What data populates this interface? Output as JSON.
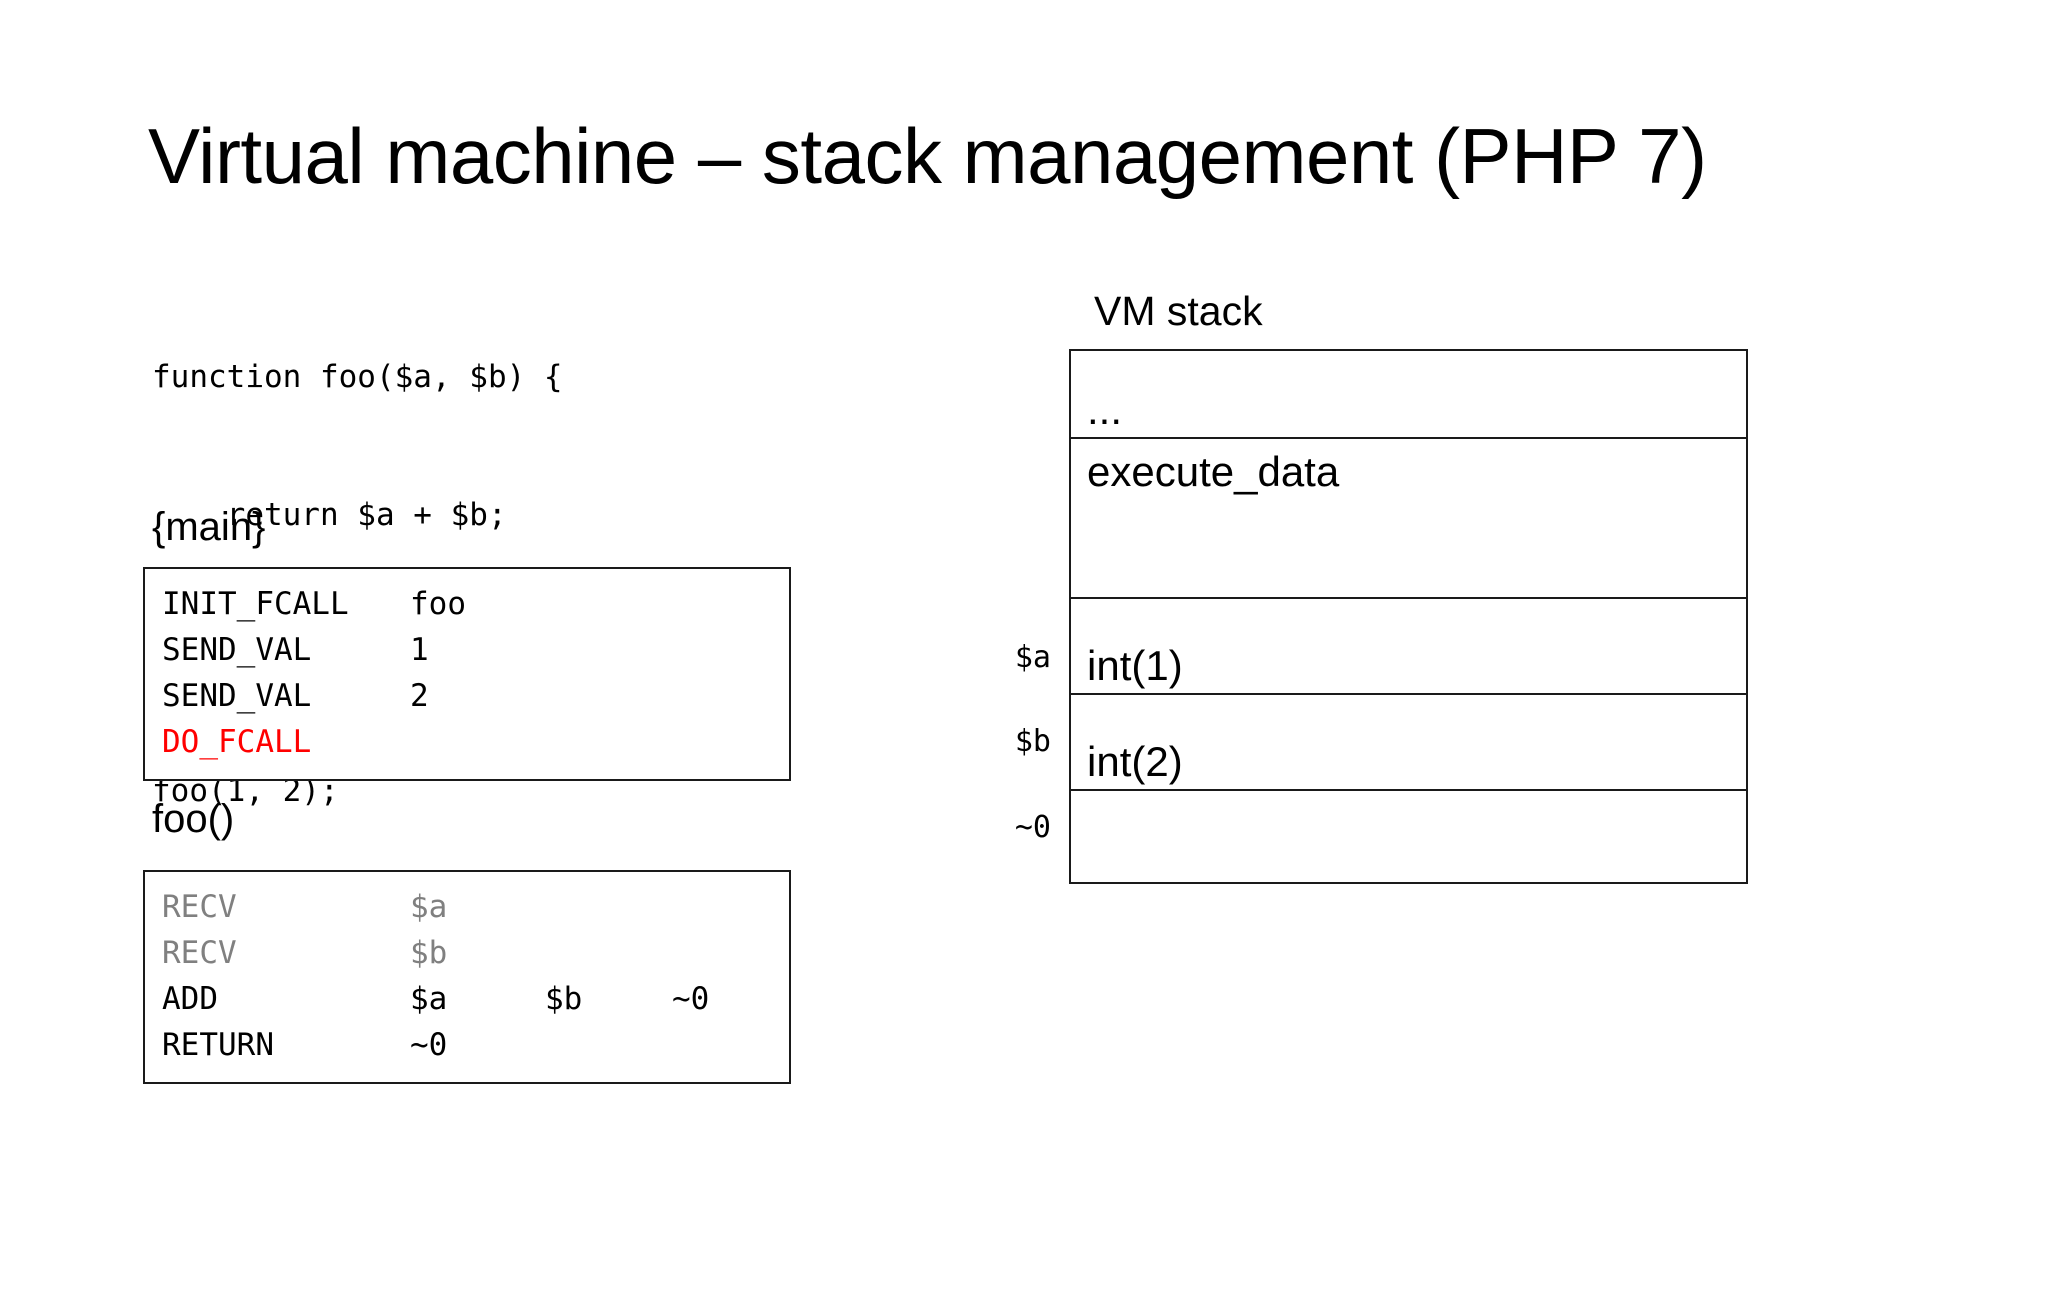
{
  "slide": {
    "title": "Virtual machine – stack management (PHP 7)"
  },
  "php_source": {
    "lines": [
      "function foo($a, $b) {",
      "    return $a + $b;",
      "}",
      "foo(1, 2);"
    ]
  },
  "main_block": {
    "caption": "{main}",
    "opcodes": [
      {
        "name": "INIT_FCALL",
        "arg1": "foo",
        "arg2": "",
        "arg3": "",
        "style": "normal"
      },
      {
        "name": "SEND_VAL",
        "arg1": "1",
        "arg2": "",
        "arg3": "",
        "style": "normal"
      },
      {
        "name": "SEND_VAL",
        "arg1": "2",
        "arg2": "",
        "arg3": "",
        "style": "normal"
      },
      {
        "name": "DO_FCALL",
        "arg1": "",
        "arg2": "",
        "arg3": "",
        "style": "red"
      }
    ]
  },
  "foo_block": {
    "caption": "foo()",
    "opcodes": [
      {
        "name": "RECV",
        "arg1": "$a",
        "arg2": "",
        "arg3": "",
        "style": "dim"
      },
      {
        "name": "RECV",
        "arg1": "$b",
        "arg2": "",
        "arg3": "",
        "style": "dim"
      },
      {
        "name": "ADD",
        "arg1": "$a",
        "arg2": "$b",
        "arg3": "~0",
        "style": "normal"
      },
      {
        "name": "RETURN",
        "arg1": "~0",
        "arg2": "",
        "arg3": "",
        "style": "normal"
      }
    ]
  },
  "vm_stack": {
    "caption": "VM stack",
    "cells": [
      {
        "text": "...",
        "label": ""
      },
      {
        "text": "execute_data",
        "label": ""
      },
      {
        "text": "int(1)",
        "label": "$a"
      },
      {
        "text": "int(2)",
        "label": "$b"
      },
      {
        "text": "",
        "label": "~0"
      }
    ]
  },
  "colors": {
    "highlight_red": "#FF0000",
    "dimmed_grey": "#808080",
    "border": "#1a1a1a",
    "text": "#000000",
    "background": "#ffffff"
  }
}
